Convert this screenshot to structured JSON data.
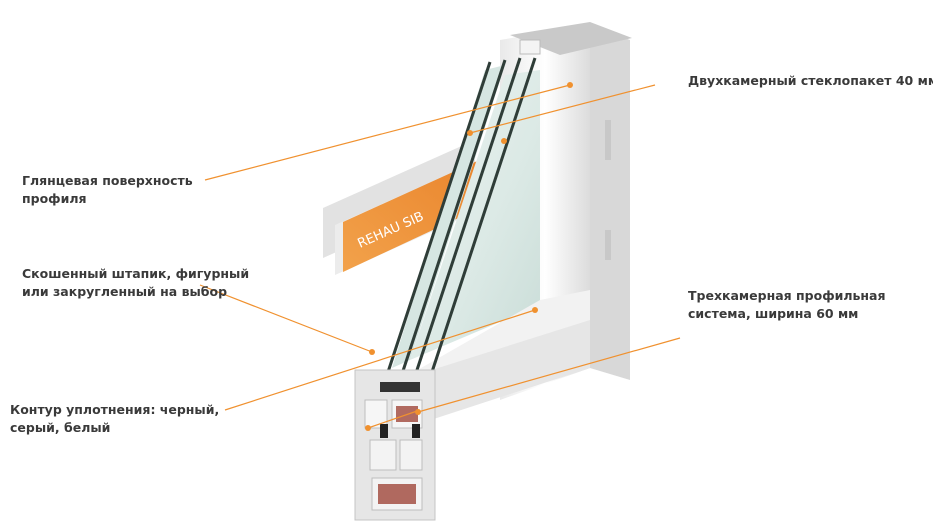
{
  "accent_color": "#f0912f",
  "labels": {
    "glossy": {
      "line1": "Глянцевая поверхность",
      "line2": "профиля"
    },
    "bead": {
      "line1": "Скошенный штапик, фигурный",
      "line2": "или  закругленный на выбор"
    },
    "seal": {
      "line1": "Контур уплотнения: черный,",
      "line2": "серый, белый"
    },
    "double_glazing": {
      "line1": "Двухкамерный стеклопакет 40 мм"
    },
    "profile_system": {
      "line1": "Трехкамерная профильная",
      "line2": "система, ширина 60 мм"
    }
  },
  "brand_tag": "REHAU SIB"
}
